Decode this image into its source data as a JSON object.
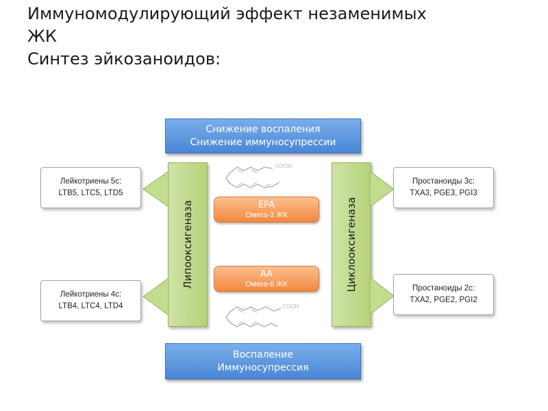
{
  "title": {
    "line1": "Иммуномодулирующий эффект незаменимых",
    "line2": "ЖК",
    "line3": "Синтез эйкозаноидов:"
  },
  "effects": {
    "top": {
      "line1": "Снижение воспаления",
      "line2": "Снижение иммуносупрессии"
    },
    "bottom": {
      "line1": "Воспаление",
      "line2": "Иммуносупрессия"
    }
  },
  "enzymes": {
    "left": "Липооксигеназа",
    "right": "Циклооксигеназа"
  },
  "acids": {
    "epa": {
      "name": "EPA",
      "sub": "Омега-3 ЖК"
    },
    "aa": {
      "name": "AA",
      "sub": "Омега-6 ЖК"
    }
  },
  "products": {
    "lt5": {
      "line1": "Лейкотриены 5с:",
      "line2": "LTB5, LTC5, LTD5"
    },
    "lt4": {
      "line1": "Лейкотриены 4с:",
      "line2": "LTB4, LTC4, LTD4"
    },
    "pg3": {
      "line1": "Простаноиды 3с:",
      "line2": "TXA3, PGE3, PGI3"
    },
    "pg2": {
      "line1": "Простаноиды 2с:",
      "line2": "TXA2, PGE2, PGI2"
    }
  },
  "molecule_label": "COOH",
  "colors": {
    "effect_box": "#4a86d6",
    "enzyme_box": "#b6d27a",
    "acid_box": "#f2883e",
    "arrow": "#b6d27a"
  }
}
